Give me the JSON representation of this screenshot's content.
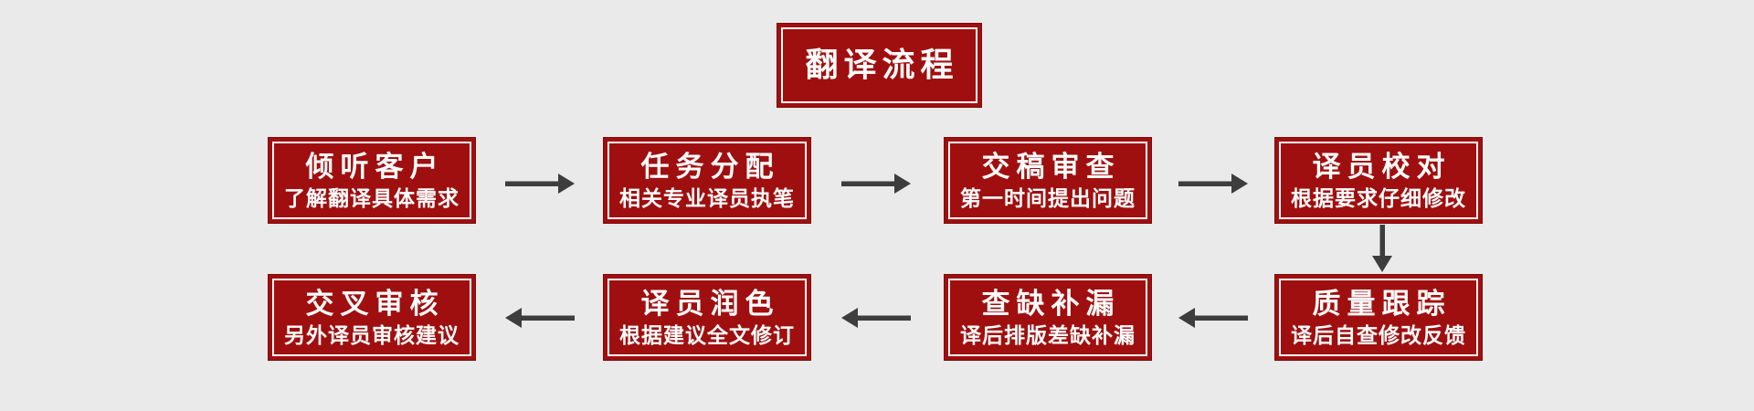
{
  "page": {
    "background_color": "#eaeaea"
  },
  "colors": {
    "box_fill": "#a00f0f",
    "box_outer_border": "#7d0a0a",
    "box_inner_line": "#ffffff",
    "text": "#ffffff",
    "arrow": "#3d3d3d"
  },
  "title": {
    "label": "翻译流程"
  },
  "flow": {
    "row1_direction": "left-to-right",
    "row2_direction": "right-to-left",
    "row1": [
      {
        "heading": "倾听客户",
        "subtext": "了解翻译具体需求"
      },
      {
        "heading": "任务分配",
        "subtext": "相关专业译员执笔"
      },
      {
        "heading": "交稿审查",
        "subtext": "第一时间提出问题"
      },
      {
        "heading": "译员校对",
        "subtext": "根据要求仔细修改"
      }
    ],
    "row2": [
      {
        "heading": "交叉审核",
        "subtext": "另外译员审核建议"
      },
      {
        "heading": "译员润色",
        "subtext": "根据建议全文修订"
      },
      {
        "heading": "查缺补漏",
        "subtext": "译后排版差缺补漏"
      },
      {
        "heading": "质量跟踪",
        "subtext": "译后自查修改反馈"
      }
    ]
  }
}
